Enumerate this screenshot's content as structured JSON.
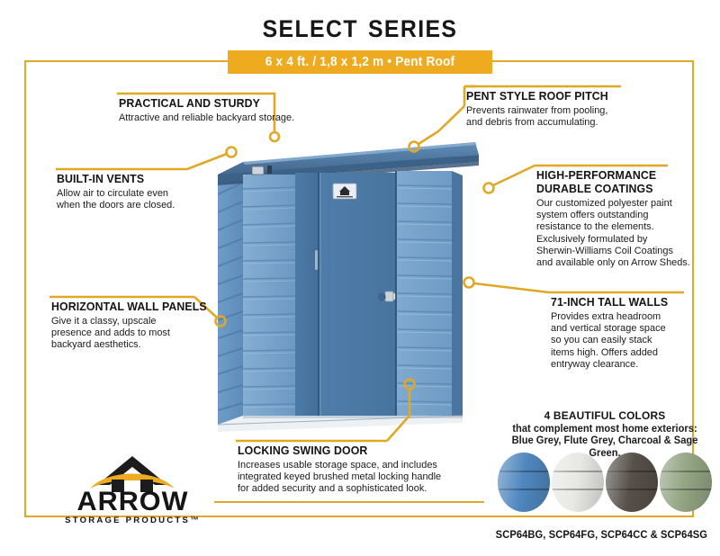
{
  "header": {
    "title": "Select Series",
    "banner": "6 x 4 ft. / 1,8 x 1,2 m  •  Pent Roof"
  },
  "callouts": [
    {
      "id": "practical",
      "heading": "PRACTICAL AND STURDY",
      "body": "Attractive and reliable backyard storage."
    },
    {
      "id": "vents",
      "heading": "BUILT-IN VENTS",
      "body": "Allow air to circulate even\nwhen the doors are closed."
    },
    {
      "id": "pitch",
      "heading": "PENT STYLE ROOF PITCH",
      "body": "Prevents rainwater from pooling,\nand debris from accumulating."
    },
    {
      "id": "coatings",
      "heading": "HIGH-PERFORMANCE\nDURABLE COATINGS",
      "body": "Our customized polyester paint\nsystem offers outstanding\nresistance to the elements.\nExclusively formulated by\nSherwin-Williams Coil Coatings\nand available only on Arrow Sheds."
    },
    {
      "id": "panels",
      "heading": "HORIZONTAL WALL PANELS",
      "body": "Give it a classy, upscale\npresence and adds to most\nbackyard aesthetics."
    },
    {
      "id": "walls",
      "heading": "71-INCH TALL WALLS",
      "body": "Provides extra headroom\nand vertical storage space\nso you can easily stack\nitems high. Offers added\nentryway clearance."
    },
    {
      "id": "door",
      "heading": "LOCKING SWING DOOR",
      "body": "Increases usable storage space, and includes\nintegrated keyed brushed metal locking handle\nfor added security and a sophisticated look."
    }
  ],
  "colors": {
    "heading": "4 BEAUTIFUL COLORS",
    "subheading": "that complement most home exteriors:\nBlue Grey, Flute Grey, Charcoal & Sage Green.",
    "swatches": [
      {
        "name": "Blue Grey",
        "hex": "#4f87bf"
      },
      {
        "name": "Flute Grey",
        "hex": "#e8e8e4"
      },
      {
        "name": "Charcoal",
        "hex": "#565049"
      },
      {
        "name": "Sage Green",
        "hex": "#93a583"
      }
    ]
  },
  "sku_line": "SCP64BG, SCP64FG, SCP64CC & SCP64SG",
  "logo": {
    "wordmark": "ARROW",
    "tagline": "STORAGE PRODUCTS™"
  },
  "theme": {
    "gold": "#e0a824",
    "banner_gold": "#eeab20",
    "shed_body": "#5786b4",
    "shed_door": "#4a7ba8",
    "shed_panel_light": "#7fa9d0",
    "shed_roof": "#3f6792",
    "ink": "#141414"
  }
}
